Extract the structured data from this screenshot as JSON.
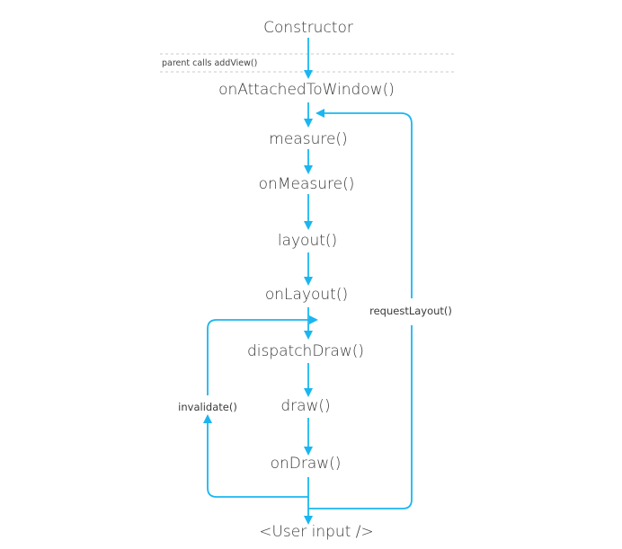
{
  "steps": {
    "constructor": "Constructor",
    "on_attached": "onAttachedToWindow()",
    "measure": "measure()",
    "on_measure": "onMeasure()",
    "layout": "layout()",
    "on_layout": "onLayout()",
    "dispatch_draw": "dispatchDraw()",
    "draw": "draw()",
    "on_draw": "onDraw()",
    "user_input": "<User input />"
  },
  "annotations": {
    "parent_calls": "parent calls addView()",
    "request_layout": "requestLayout()",
    "invalidate": "invalidate()"
  },
  "colors": {
    "arrow": "#1ab6f0",
    "text": "#3a3a3a",
    "separator": "#c8c8c8"
  }
}
